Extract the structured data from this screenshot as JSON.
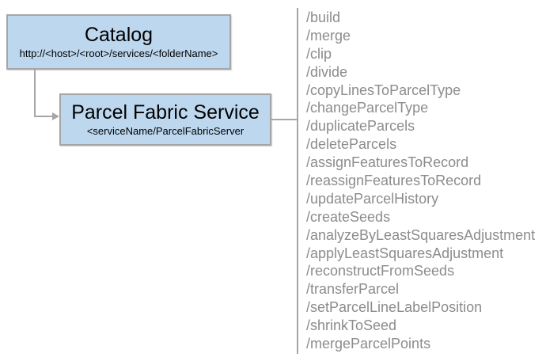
{
  "catalog": {
    "title": "Catalog",
    "subtitle": "http://<host>/<root>/services/<folderName>"
  },
  "service": {
    "title": "Parcel Fabric Service",
    "subtitle": "<serviceName/ParcelFabricServer"
  },
  "endpoints": [
    "/build",
    "/merge",
    "/clip",
    "/divide",
    "/copyLinesToParcelType",
    "/changeParcelType",
    "/duplicateParcels",
    "/deleteParcels",
    "/assignFeaturesToRecord",
    "/reassignFeaturesToRecord",
    "/updateParcelHistory",
    "/createSeeds",
    "/analyzeByLeastSquaresAdjustment",
    "/applyLeastSquaresAdjustment",
    "/reconstructFromSeeds",
    "/transferParcel",
    "/setParcelLineLabelPosition",
    "/shrinkToSeed",
    "/mergeParcelPoints"
  ],
  "colors": {
    "box_fill": "#bdd7ee",
    "box_border": "#a6a6a6",
    "connector": "#a6a6a6",
    "endpoint_text": "#8c8c8c",
    "title_text": "#000000"
  }
}
